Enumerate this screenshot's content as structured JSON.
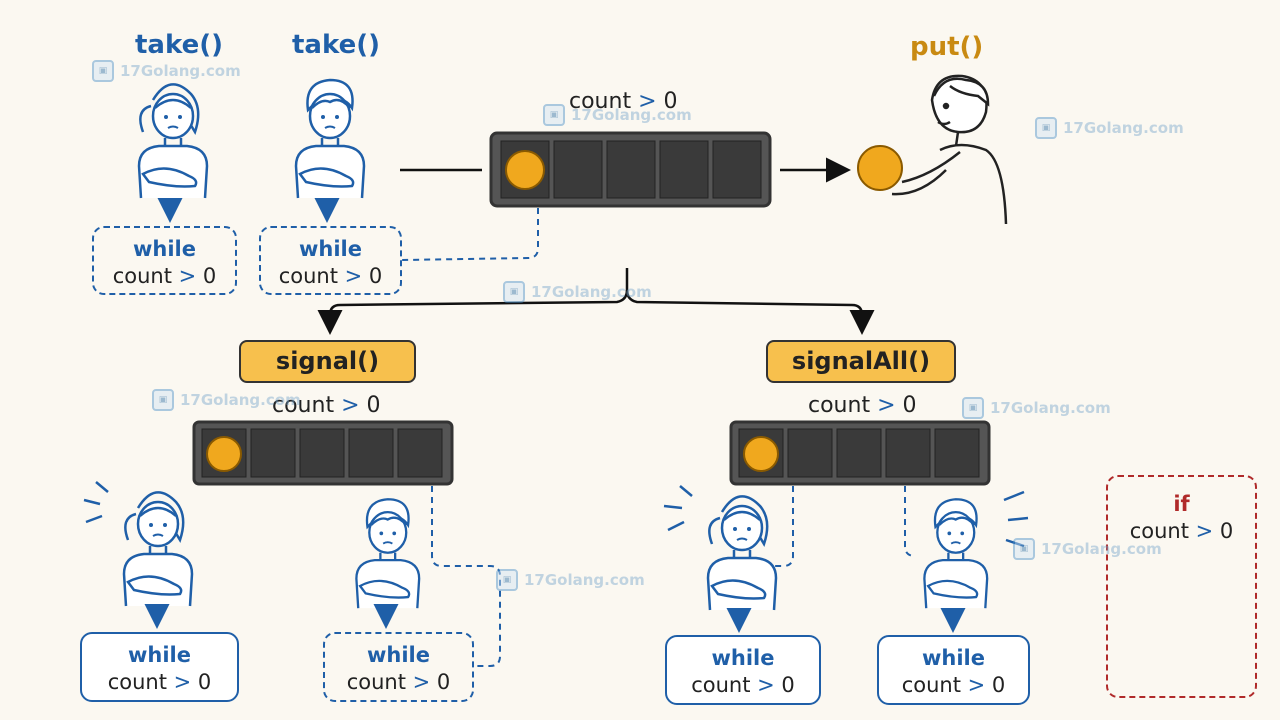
{
  "top": {
    "take_label_1": "take()",
    "take_label_2": "take()",
    "put_label": "put()",
    "queue_count_text": "count",
    "queue_count_op": ">",
    "queue_count_val": "0"
  },
  "top_boxes": [
    {
      "keyword": "while",
      "cond_text": "count",
      "cond_op": ">",
      "cond_val": "0"
    },
    {
      "keyword": "while",
      "cond_text": "count",
      "cond_op": ">",
      "cond_val": "0"
    }
  ],
  "signal": {
    "label": "signal()",
    "count_text": "count",
    "count_op": ">",
    "count_val": "0",
    "boxes": [
      {
        "keyword": "while",
        "cond_text": "count",
        "cond_op": ">",
        "cond_val": "0"
      },
      {
        "keyword": "while",
        "cond_text": "count",
        "cond_op": ">",
        "cond_val": "0"
      }
    ]
  },
  "signal_all": {
    "label": "signalAll()",
    "count_text": "count",
    "count_op": ">",
    "count_val": "0",
    "boxes": [
      {
        "keyword": "while",
        "cond_text": "count",
        "cond_op": ">",
        "cond_val": "0"
      },
      {
        "keyword": "while",
        "cond_text": "count",
        "cond_op": ">",
        "cond_val": "0"
      }
    ]
  },
  "if_box": {
    "keyword": "if",
    "cond_text": "count",
    "cond_op": ">",
    "cond_val": "0"
  },
  "watermark": {
    "text": "17Golang.com",
    "icon": "image-icon"
  },
  "colors": {
    "blue": "#1f5fa8",
    "orange": "#c98a12",
    "ball": "#f0a81e",
    "red": "#b02a2a",
    "pill": "#f7c04d"
  }
}
